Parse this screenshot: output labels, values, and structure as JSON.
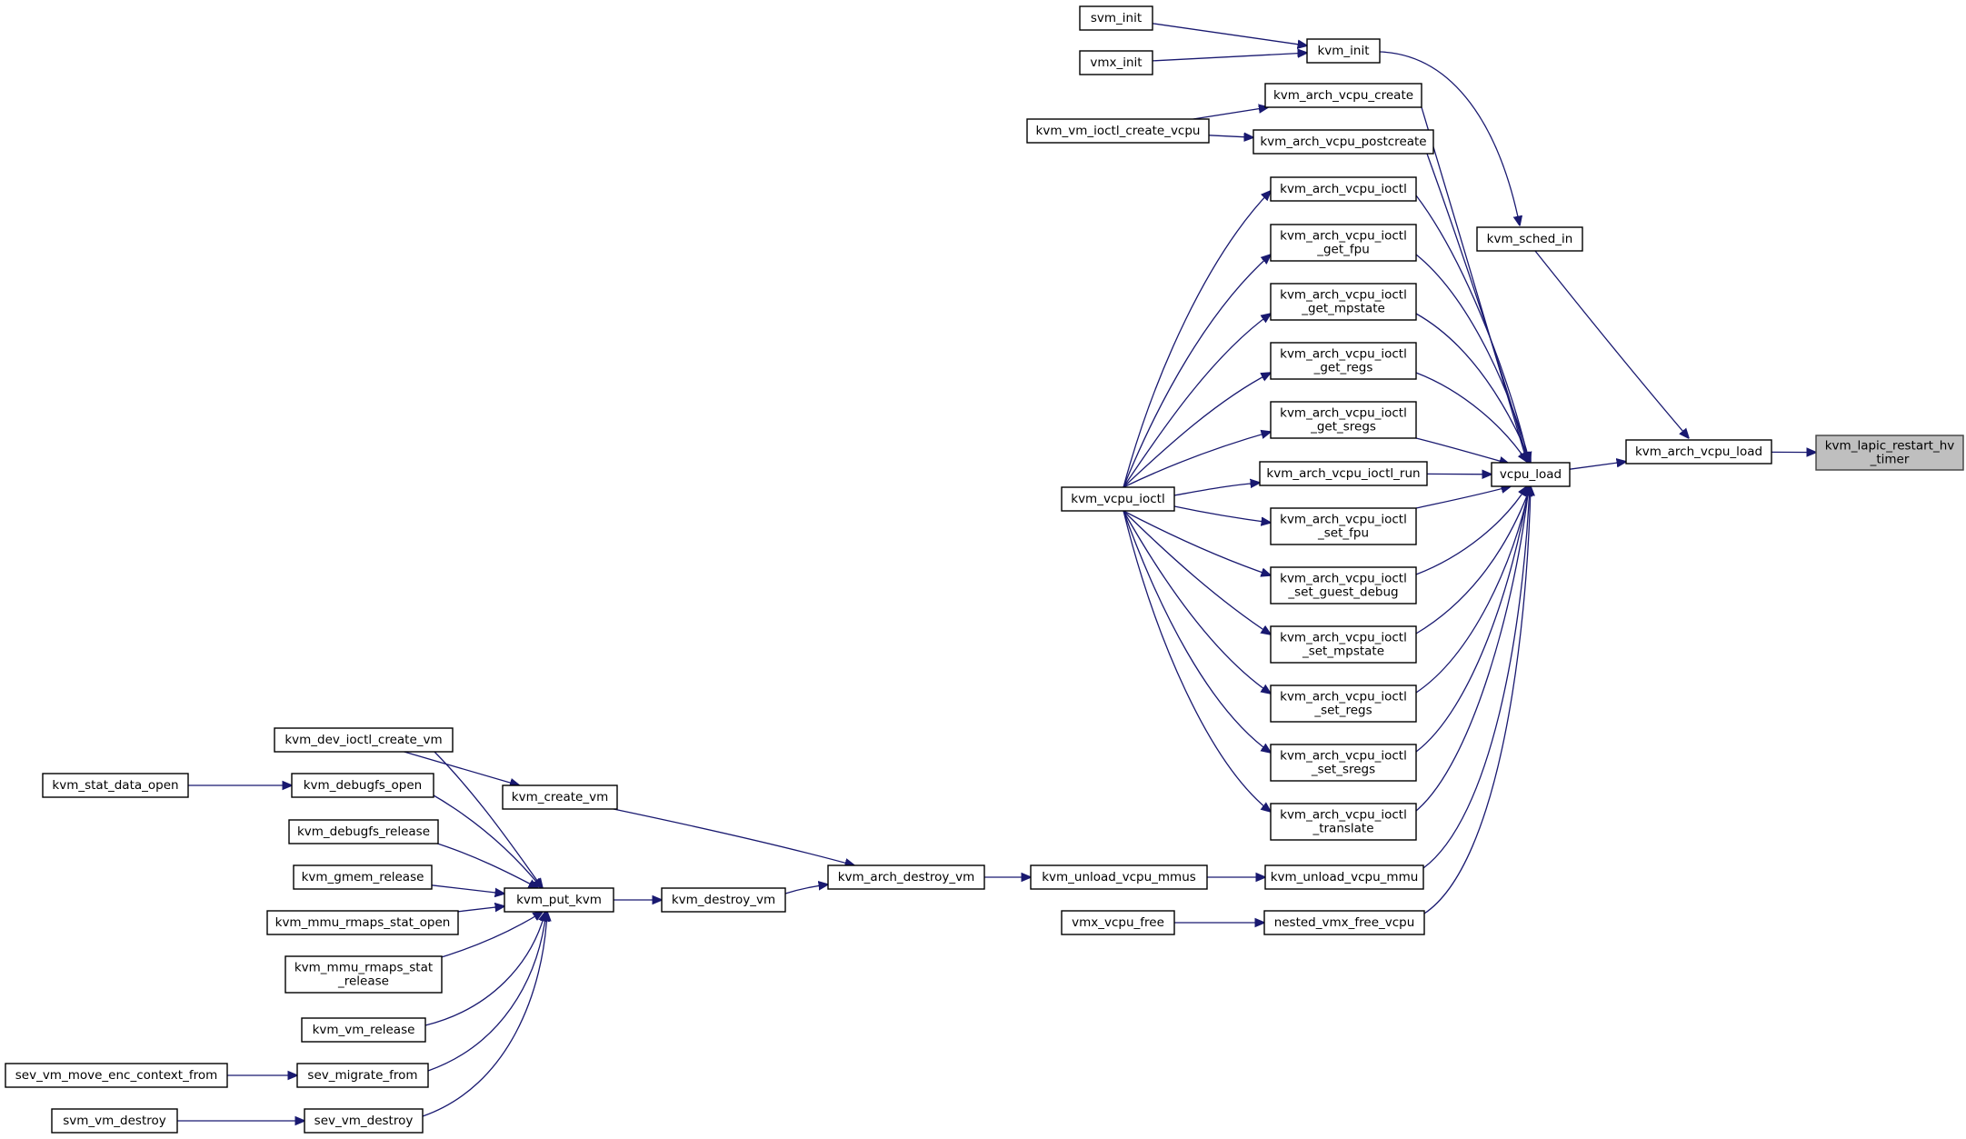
{
  "nodes": {
    "kvm_lapic_restart_hv_timer": {
      "lines": [
        "kvm_lapic_restart_hv",
        "_timer"
      ],
      "highlight": true
    },
    "kvm_arch_vcpu_load": {
      "lines": [
        "kvm_arch_vcpu_load"
      ]
    },
    "vcpu_load": {
      "lines": [
        "vcpu_load"
      ]
    },
    "kvm_sched_in": {
      "lines": [
        "kvm_sched_in"
      ]
    },
    "kvm_init": {
      "lines": [
        "kvm_init"
      ]
    },
    "svm_init": {
      "lines": [
        "svm_init"
      ]
    },
    "vmx_init": {
      "lines": [
        "vmx_init"
      ]
    },
    "kvm_arch_vcpu_create": {
      "lines": [
        "kvm_arch_vcpu_create"
      ]
    },
    "kvm_arch_vcpu_postcreate": {
      "lines": [
        "kvm_arch_vcpu_postcreate"
      ]
    },
    "kvm_vm_ioctl_create_vcpu": {
      "lines": [
        "kvm_vm_ioctl_create_vcpu"
      ]
    },
    "kvm_arch_vcpu_ioctl": {
      "lines": [
        "kvm_arch_vcpu_ioctl"
      ]
    },
    "kvm_arch_vcpu_ioctl_get_fpu": {
      "lines": [
        "kvm_arch_vcpu_ioctl",
        "_get_fpu"
      ]
    },
    "kvm_arch_vcpu_ioctl_get_mpstate": {
      "lines": [
        "kvm_arch_vcpu_ioctl",
        "_get_mpstate"
      ]
    },
    "kvm_arch_vcpu_ioctl_get_regs": {
      "lines": [
        "kvm_arch_vcpu_ioctl",
        "_get_regs"
      ]
    },
    "kvm_arch_vcpu_ioctl_get_sregs": {
      "lines": [
        "kvm_arch_vcpu_ioctl",
        "_get_sregs"
      ]
    },
    "kvm_arch_vcpu_ioctl_run": {
      "lines": [
        "kvm_arch_vcpu_ioctl_run"
      ]
    },
    "kvm_arch_vcpu_ioctl_set_fpu": {
      "lines": [
        "kvm_arch_vcpu_ioctl",
        "_set_fpu"
      ]
    },
    "kvm_arch_vcpu_ioctl_set_guest_debug": {
      "lines": [
        "kvm_arch_vcpu_ioctl",
        "_set_guest_debug"
      ]
    },
    "kvm_arch_vcpu_ioctl_set_mpstate": {
      "lines": [
        "kvm_arch_vcpu_ioctl",
        "_set_mpstate"
      ]
    },
    "kvm_arch_vcpu_ioctl_set_regs": {
      "lines": [
        "kvm_arch_vcpu_ioctl",
        "_set_regs"
      ]
    },
    "kvm_arch_vcpu_ioctl_set_sregs": {
      "lines": [
        "kvm_arch_vcpu_ioctl",
        "_set_sregs"
      ]
    },
    "kvm_arch_vcpu_ioctl_translate": {
      "lines": [
        "kvm_arch_vcpu_ioctl",
        "_translate"
      ]
    },
    "kvm_vcpu_ioctl": {
      "lines": [
        "kvm_vcpu_ioctl"
      ]
    },
    "kvm_unload_vcpu_mmu": {
      "lines": [
        "kvm_unload_vcpu_mmu"
      ]
    },
    "nested_vmx_free_vcpu": {
      "lines": [
        "nested_vmx_free_vcpu"
      ]
    },
    "vmx_vcpu_free": {
      "lines": [
        "vmx_vcpu_free"
      ]
    },
    "kvm_unload_vcpu_mmus": {
      "lines": [
        "kvm_unload_vcpu_mmus"
      ]
    },
    "kvm_arch_destroy_vm": {
      "lines": [
        "kvm_arch_destroy_vm"
      ]
    },
    "kvm_create_vm": {
      "lines": [
        "kvm_create_vm"
      ]
    },
    "kvm_destroy_vm": {
      "lines": [
        "kvm_destroy_vm"
      ]
    },
    "kvm_dev_ioctl_create_vm": {
      "lines": [
        "kvm_dev_ioctl_create_vm"
      ]
    },
    "kvm_put_kvm": {
      "lines": [
        "kvm_put_kvm"
      ]
    },
    "kvm_debugfs_open": {
      "lines": [
        "kvm_debugfs_open"
      ]
    },
    "kvm_stat_data_open": {
      "lines": [
        "kvm_stat_data_open"
      ]
    },
    "kvm_debugfs_release": {
      "lines": [
        "kvm_debugfs_release"
      ]
    },
    "kvm_gmem_release": {
      "lines": [
        "kvm_gmem_release"
      ]
    },
    "kvm_mmu_rmaps_stat_open": {
      "lines": [
        "kvm_mmu_rmaps_stat_open"
      ]
    },
    "kvm_mmu_rmaps_stat_release": {
      "lines": [
        "kvm_mmu_rmaps_stat",
        "_release"
      ]
    },
    "kvm_vm_release": {
      "lines": [
        "kvm_vm_release"
      ]
    },
    "sev_migrate_from": {
      "lines": [
        "sev_migrate_from"
      ]
    },
    "sev_vm_move_enc_context_from": {
      "lines": [
        "sev_vm_move_enc_context_from"
      ]
    },
    "sev_vm_destroy": {
      "lines": [
        "sev_vm_destroy"
      ]
    },
    "svm_vm_destroy": {
      "lines": [
        "svm_vm_destroy"
      ]
    }
  },
  "edges": [
    [
      "kvm_arch_vcpu_load",
      "kvm_lapic_restart_hv_timer"
    ],
    [
      "vcpu_load",
      "kvm_arch_vcpu_load"
    ],
    [
      "kvm_sched_in",
      "kvm_arch_vcpu_load"
    ],
    [
      "kvm_init",
      "kvm_sched_in"
    ],
    [
      "svm_init",
      "kvm_init"
    ],
    [
      "vmx_init",
      "kvm_init"
    ],
    [
      "kvm_arch_vcpu_create",
      "vcpu_load"
    ],
    [
      "kvm_arch_vcpu_postcreate",
      "vcpu_load"
    ],
    [
      "kvm_vm_ioctl_create_vcpu",
      "kvm_arch_vcpu_create"
    ],
    [
      "kvm_vm_ioctl_create_vcpu",
      "kvm_arch_vcpu_postcreate"
    ],
    [
      "kvm_arch_vcpu_ioctl",
      "vcpu_load"
    ],
    [
      "kvm_arch_vcpu_ioctl_get_fpu",
      "vcpu_load"
    ],
    [
      "kvm_arch_vcpu_ioctl_get_mpstate",
      "vcpu_load"
    ],
    [
      "kvm_arch_vcpu_ioctl_get_regs",
      "vcpu_load"
    ],
    [
      "kvm_arch_vcpu_ioctl_get_sregs",
      "vcpu_load"
    ],
    [
      "kvm_arch_vcpu_ioctl_run",
      "vcpu_load"
    ],
    [
      "kvm_arch_vcpu_ioctl_set_fpu",
      "vcpu_load"
    ],
    [
      "kvm_arch_vcpu_ioctl_set_guest_debug",
      "vcpu_load"
    ],
    [
      "kvm_arch_vcpu_ioctl_set_mpstate",
      "vcpu_load"
    ],
    [
      "kvm_arch_vcpu_ioctl_set_regs",
      "vcpu_load"
    ],
    [
      "kvm_arch_vcpu_ioctl_set_sregs",
      "vcpu_load"
    ],
    [
      "kvm_arch_vcpu_ioctl_translate",
      "vcpu_load"
    ],
    [
      "kvm_unload_vcpu_mmu",
      "vcpu_load"
    ],
    [
      "nested_vmx_free_vcpu",
      "vcpu_load"
    ],
    [
      "kvm_vcpu_ioctl",
      "kvm_arch_vcpu_ioctl"
    ],
    [
      "kvm_vcpu_ioctl",
      "kvm_arch_vcpu_ioctl_get_fpu"
    ],
    [
      "kvm_vcpu_ioctl",
      "kvm_arch_vcpu_ioctl_get_mpstate"
    ],
    [
      "kvm_vcpu_ioctl",
      "kvm_arch_vcpu_ioctl_get_regs"
    ],
    [
      "kvm_vcpu_ioctl",
      "kvm_arch_vcpu_ioctl_get_sregs"
    ],
    [
      "kvm_vcpu_ioctl",
      "kvm_arch_vcpu_ioctl_run"
    ],
    [
      "kvm_vcpu_ioctl",
      "kvm_arch_vcpu_ioctl_set_fpu"
    ],
    [
      "kvm_vcpu_ioctl",
      "kvm_arch_vcpu_ioctl_set_guest_debug"
    ],
    [
      "kvm_vcpu_ioctl",
      "kvm_arch_vcpu_ioctl_set_mpstate"
    ],
    [
      "kvm_vcpu_ioctl",
      "kvm_arch_vcpu_ioctl_set_regs"
    ],
    [
      "kvm_vcpu_ioctl",
      "kvm_arch_vcpu_ioctl_set_sregs"
    ],
    [
      "kvm_vcpu_ioctl",
      "kvm_arch_vcpu_ioctl_translate"
    ],
    [
      "kvm_unload_vcpu_mmus",
      "kvm_unload_vcpu_mmu"
    ],
    [
      "vmx_vcpu_free",
      "nested_vmx_free_vcpu"
    ],
    [
      "kvm_arch_destroy_vm",
      "kvm_unload_vcpu_mmus"
    ],
    [
      "kvm_create_vm",
      "kvm_arch_destroy_vm"
    ],
    [
      "kvm_destroy_vm",
      "kvm_arch_destroy_vm"
    ],
    [
      "kvm_dev_ioctl_create_vm",
      "kvm_create_vm"
    ],
    [
      "kvm_put_kvm",
      "kvm_destroy_vm"
    ],
    [
      "kvm_dev_ioctl_create_vm",
      "kvm_put_kvm"
    ],
    [
      "kvm_debugfs_open",
      "kvm_put_kvm"
    ],
    [
      "kvm_debugfs_release",
      "kvm_put_kvm"
    ],
    [
      "kvm_gmem_release",
      "kvm_put_kvm"
    ],
    [
      "kvm_mmu_rmaps_stat_open",
      "kvm_put_kvm"
    ],
    [
      "kvm_mmu_rmaps_stat_release",
      "kvm_put_kvm"
    ],
    [
      "kvm_vm_release",
      "kvm_put_kvm"
    ],
    [
      "sev_migrate_from",
      "kvm_put_kvm"
    ],
    [
      "sev_vm_destroy",
      "kvm_put_kvm"
    ],
    [
      "kvm_stat_data_open",
      "kvm_debugfs_open"
    ],
    [
      "sev_vm_move_enc_context_from",
      "sev_migrate_from"
    ],
    [
      "svm_vm_destroy",
      "sev_vm_destroy"
    ]
  ]
}
